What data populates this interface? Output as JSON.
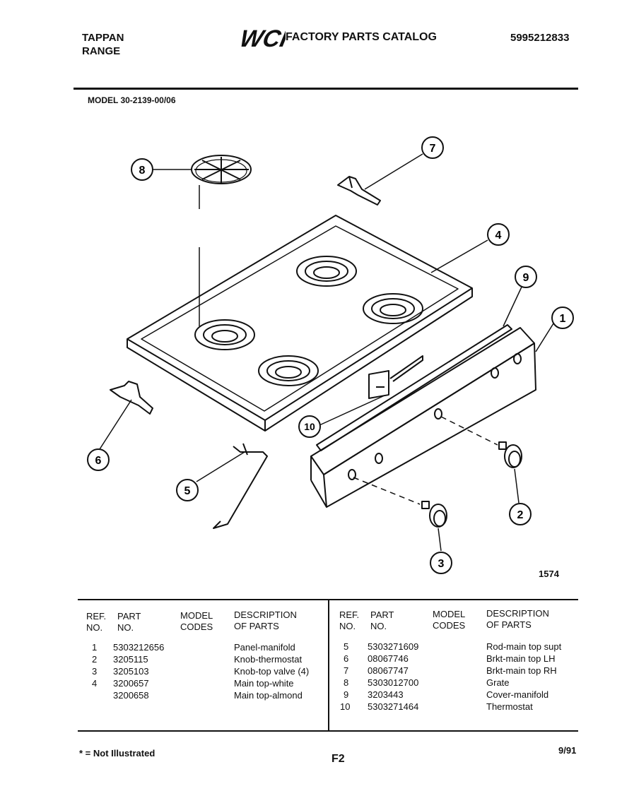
{
  "header": {
    "brand_line1": "TAPPAN",
    "brand_line2": "RANGE",
    "logo_text": "WCI",
    "catalog_title": "FACTORY PARTS CATALOG",
    "catalog_number": "5995212833",
    "model_label": "MODEL 30-2139-00/06"
  },
  "diagram": {
    "callouts": [
      "1",
      "2",
      "3",
      "4",
      "5",
      "6",
      "7",
      "8",
      "9",
      "10"
    ],
    "figure_number": "1574"
  },
  "table": {
    "columns": {
      "ref_no_1": "REF.",
      "ref_no_2": "NO.",
      "part_1": "PART",
      "part_2": "NO.",
      "model_1": "MODEL",
      "model_2": "CODES",
      "desc_1": "DESCRIPTION",
      "desc_2": "OF PARTS"
    },
    "left_rows": [
      {
        "ref": "1",
        "part": "5303212656",
        "model": "",
        "desc": "Panel-manifold"
      },
      {
        "ref": "2",
        "part": "3205115",
        "model": "",
        "desc": "Knob-thermostat"
      },
      {
        "ref": "3",
        "part": "3205103",
        "model": "",
        "desc": "Knob-top valve (4)"
      },
      {
        "ref": "4",
        "part": "3200657",
        "model": "",
        "desc": "Main top-white"
      },
      {
        "ref": "",
        "part": "3200658",
        "model": "",
        "desc": "Main top-almond"
      }
    ],
    "right_rows": [
      {
        "ref": "5",
        "part": "5303271609",
        "model": "",
        "desc": "Rod-main top supt"
      },
      {
        "ref": "6",
        "part": "08067746",
        "model": "",
        "desc": "Brkt-main top LH"
      },
      {
        "ref": "7",
        "part": "08067747",
        "model": "",
        "desc": "Brkt-main top RH"
      },
      {
        "ref": "8",
        "part": "5303012700",
        "model": "",
        "desc": "Grate"
      },
      {
        "ref": "9",
        "part": "3203443",
        "model": "",
        "desc": "Cover-manifold"
      },
      {
        "ref": "10",
        "part": "5303271464",
        "model": "",
        "desc": "Thermostat"
      }
    ]
  },
  "footer": {
    "note": "* = Not Illustrated",
    "page": "F2",
    "date": "9/91"
  }
}
